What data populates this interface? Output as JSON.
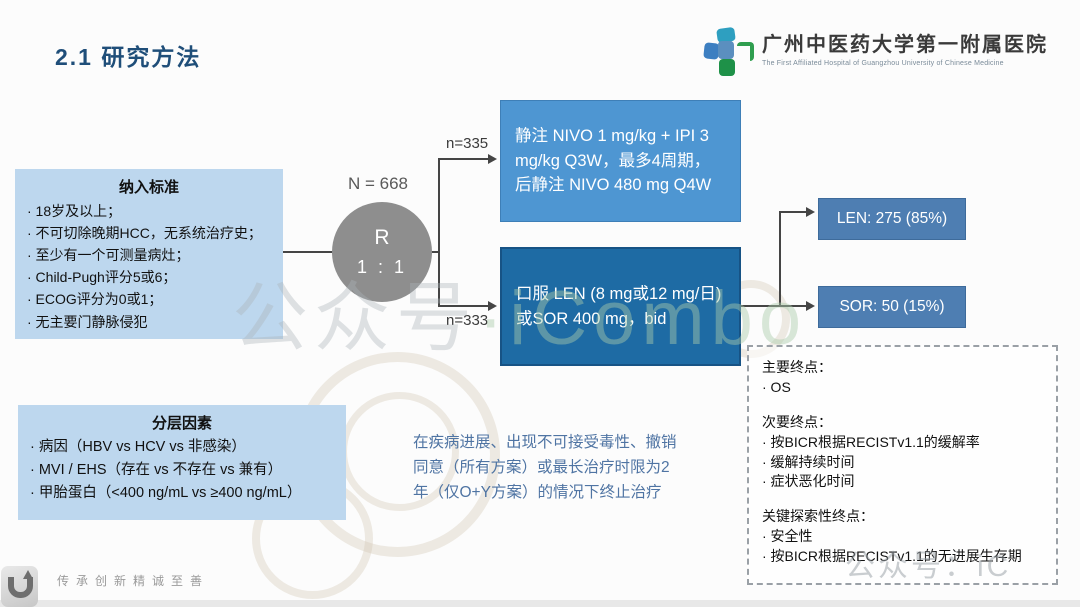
{
  "page": {
    "title": "2.1 研究方法",
    "motto": "传承创新精诚至善"
  },
  "hospital": {
    "name_cn": "广州中医药大学第一附属医院",
    "name_en": "The First Affiliated Hospital of Guangzhou University of Chinese Medicine"
  },
  "inclusion": {
    "title": "纳入标准",
    "items": [
      "· 18岁及以上；",
      "· 不可切除晚期HCC，无系统治疗史；",
      "· 至少有一个可测量病灶；",
      "· Child-Pugh评分5或6；",
      "· ECOG评分为0或1；",
      "· 无主要门静脉侵犯"
    ]
  },
  "stratification": {
    "title": "分层因素",
    "items": [
      "· 病因（HBV vs HCV vs 非感染）",
      "· MVI / EHS（存在 vs 不存在 vs 兼有）",
      "· 甲胎蛋白（<400 ng/mL vs ≥400 ng/mL）"
    ]
  },
  "randomization": {
    "total": "N = 668",
    "symbol": "R",
    "ratio": "1 : 1",
    "arm_top_n": "n=335",
    "arm_bottom_n": "n=333"
  },
  "arms": {
    "nivo_ipi": {
      "lines": [
        "静注 NIVO 1 mg/kg + IPI 3",
        "mg/kg Q3W，最多4周期，",
        "后静注 NIVO 480 mg Q4W"
      ]
    },
    "len_sor": {
      "lines": [
        "口服 LEN (8 mg或12 mg/日)",
        "或SOR 400 mg，bid"
      ]
    }
  },
  "subsequent": {
    "len": "LEN: 275 (85%)",
    "sor": "SOR: 50 (15%)"
  },
  "endpoints": {
    "primary_label": "主要终点：",
    "primary_items": [
      "· OS"
    ],
    "secondary_label": "次要终点：",
    "secondary_items": [
      "· 按BICR根据RECISTv1.1的缓解率",
      "· 缓解持续时间",
      "· 症状恶化时间"
    ],
    "exploratory_label": "关键探索性终点：",
    "exploratory_items": [
      "· 安全性",
      "· 按BICR根据RECISTv1.1的无进展生存期"
    ]
  },
  "treatment_note": {
    "lines": [
      "在疾病进展、出现不可接受毒性、撤销",
      "同意（所有方案）或最长治疗时限为2",
      "年（仅O+Y方案）的情况下终止治疗"
    ]
  },
  "watermarks": {
    "center_left": "公众号",
    "center_right": "·iCombo",
    "bottom_right": "公众号：iC"
  },
  "colors": {
    "title_blue": "#1F4E79",
    "light_blue": "#BDD7EE",
    "medium_blue": "#4E96D2",
    "deep_blue": "#1E6BA4",
    "steel_blue": "#4E7EB2",
    "circle_gray": "#8E8E8E",
    "note_blue": "#4F74A3",
    "line_gray": "#454545",
    "logo_blue": "#3D7FC1",
    "logo_teal": "#2E9FC0",
    "logo_green": "#2F9E4F"
  }
}
